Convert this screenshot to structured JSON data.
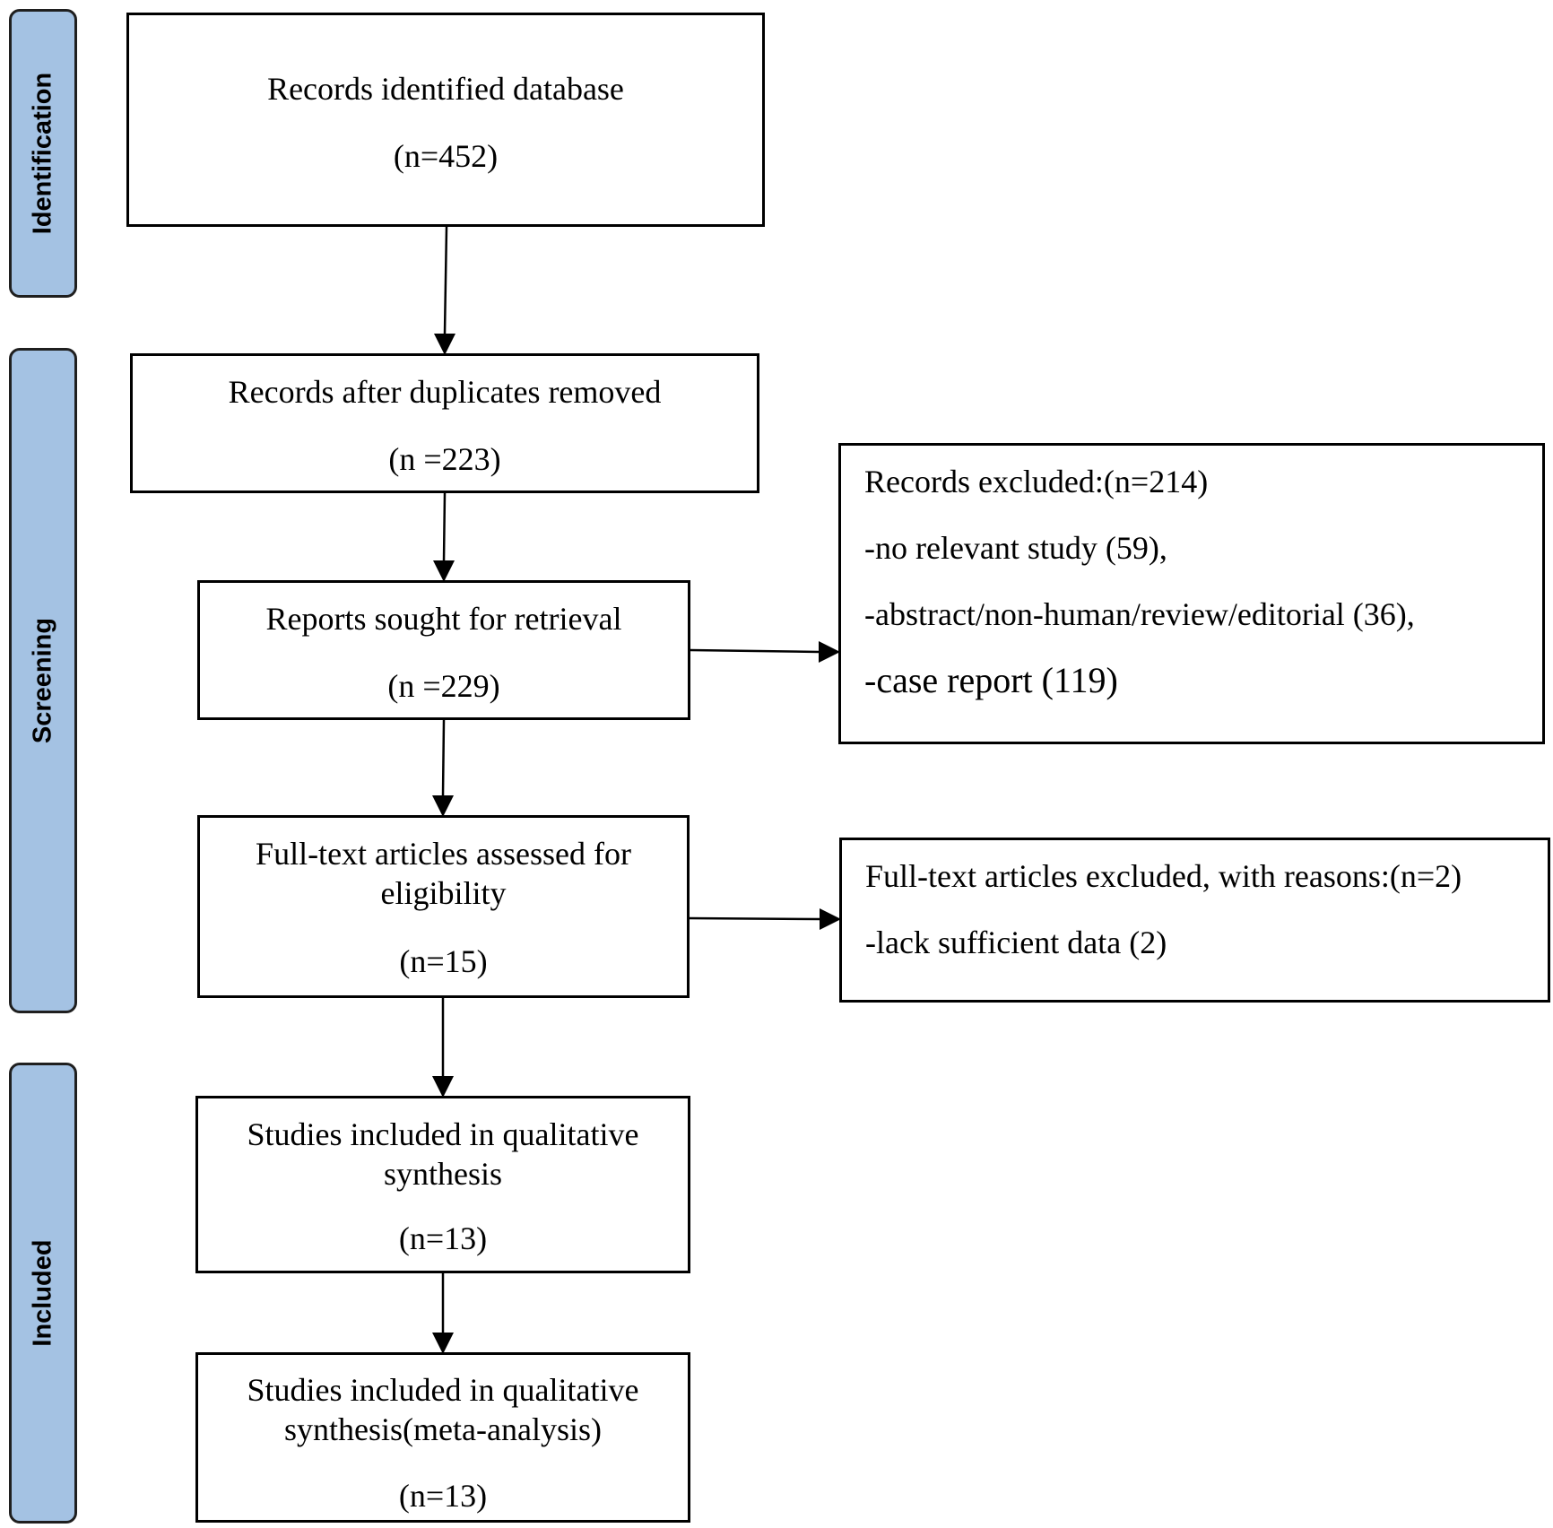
{
  "phases": {
    "identification": "Identification",
    "screening": "Screening",
    "included": "Included"
  },
  "boxes": {
    "identified": {
      "text": "Records identified database",
      "count": "(n=452)"
    },
    "duplicates_removed": {
      "text": "Records after duplicates removed",
      "count": "(n =223)"
    },
    "sought_retrieval": {
      "text": "Reports sought for retrieval",
      "count": "(n =229)"
    },
    "full_text_assessed": {
      "text": "Full-text articles assessed for eligibility",
      "count": "(n=15)"
    },
    "qualitative": {
      "text": "Studies included in qualitative synthesis",
      "count": "(n=13)"
    },
    "meta_analysis": {
      "text": "Studies included in qualitative synthesis(meta-analysis)",
      "count": "(n=13)"
    }
  },
  "excluded": {
    "records": {
      "title": "Records excluded:(n=214)",
      "reasons": [
        "-no relevant study (59),",
        "-abstract/non-human/review/editorial (36),",
        "-case report (119)"
      ]
    },
    "full_text": {
      "title": "Full-text articles excluded, with reasons:(n=2)",
      "reasons": [
        "-lack sufficient data (2)"
      ]
    }
  },
  "colors": {
    "phase_fill": "#a4c2e3",
    "line": "#000000"
  }
}
